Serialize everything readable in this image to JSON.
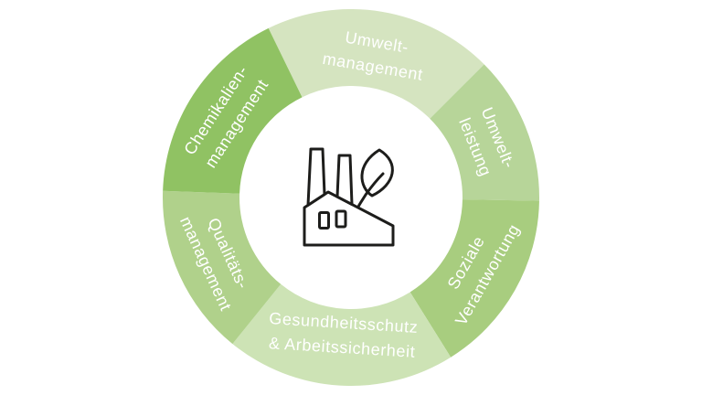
{
  "diagram": {
    "type": "ring-diagram",
    "theme": {
      "background": "#ffffff",
      "label_text_color": "#ffffff",
      "icon_stroke_color": "#1d1d1b"
    },
    "center_icon": "factory-leaf-icon",
    "segments": [
      {
        "id": "umwelt-management",
        "label": "Umweltmanagement",
        "lines": [
          "Umwelt-",
          "management"
        ],
        "color": "#d5e4c0",
        "start_angle": 334,
        "end_angle": 45
      },
      {
        "id": "umwelt-leistung",
        "label": "Umweltleistung",
        "lines": [
          "Umwelt-",
          "leistung"
        ],
        "color": "#b7d599",
        "start_angle": 45,
        "end_angle": 91
      },
      {
        "id": "soziale-verantwortung",
        "label": "Soziale Verantwortung",
        "lines": [
          "Soziale",
          "Verantwortung"
        ],
        "color": "#a8cd7f",
        "start_angle": 91,
        "end_angle": 148
      },
      {
        "id": "gesundheitsschutz-arbeitssicherheit",
        "label": "Gesundheitsschutz & Arbeitssicherheit",
        "lines": [
          "Gesundheitsschutz",
          "& Arbeitssicherheit"
        ],
        "color": "#cde3b5",
        "start_angle": 148,
        "end_angle": 219
      },
      {
        "id": "qualitaets-management",
        "label": "Qualitätsmanagement",
        "lines": [
          "Qualitäts-",
          "management"
        ],
        "color": "#b0d18b",
        "start_angle": 219,
        "end_angle": 272
      },
      {
        "id": "chemikalien-management",
        "label": "Chemikalienmanagement",
        "lines": [
          "Chemikalien-",
          "management"
        ],
        "color": "#90c263",
        "start_angle": 272,
        "end_angle": 334
      }
    ]
  }
}
